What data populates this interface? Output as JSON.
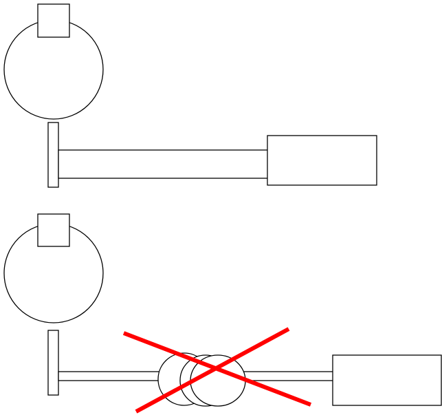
{
  "diagram": {
    "colors": {
      "background": "#ffffff",
      "outline": "#000000",
      "cross": "#ff0000"
    },
    "panels": [
      {
        "name": "top-assembly",
        "parts": [
          "circle",
          "square-cap",
          "vertical-plate",
          "shaft",
          "end-block"
        ],
        "crossed_out": false
      },
      {
        "name": "bottom-assembly",
        "parts": [
          "circle",
          "square-cap",
          "vertical-plate",
          "shaft",
          "coupling-discs",
          "end-block"
        ],
        "coupling_disc_count": 3,
        "crossed_out": true
      }
    ]
  }
}
